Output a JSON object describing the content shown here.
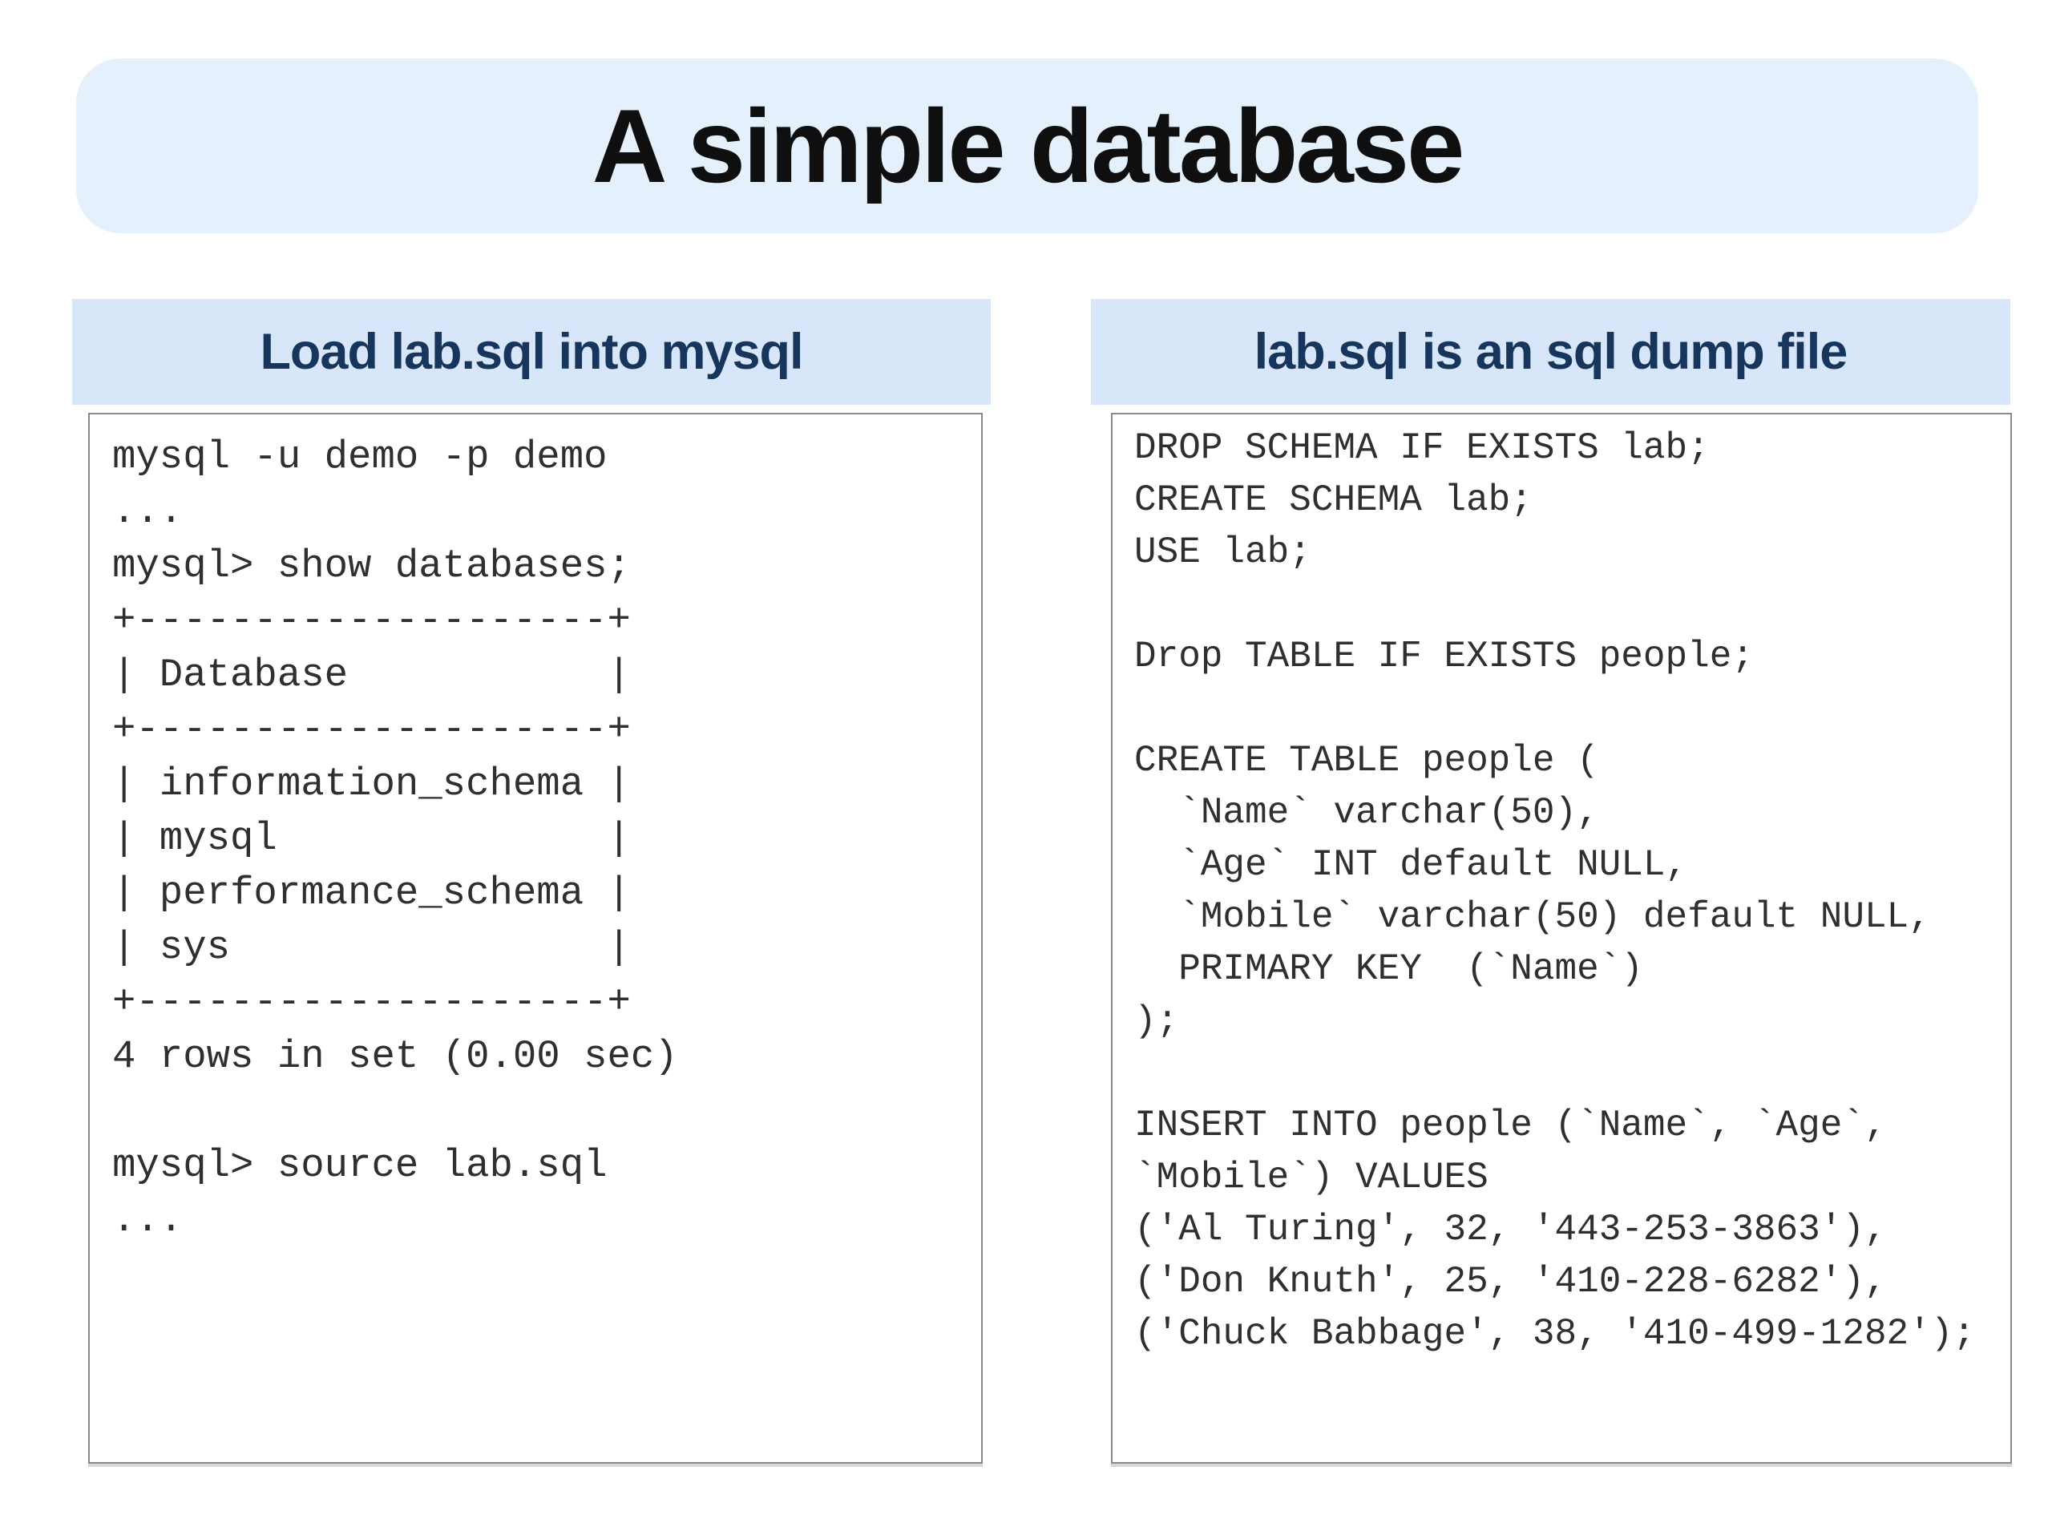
{
  "page": {
    "title": "A simple database"
  },
  "panels": {
    "left": {
      "header": "Load lab.sql into mysql",
      "code_lines": [
        "mysql -u demo -p demo",
        "...",
        "mysql> show databases;",
        "+--------------------+",
        "| Database           |",
        "+--------------------+",
        "| information_schema |",
        "| mysql              |",
        "| performance_schema |",
        "| sys                |",
        "+--------------------+",
        "4 rows in set (0.00 sec)",
        "",
        "mysql> source lab.sql",
        "..."
      ]
    },
    "right": {
      "header": "lab.sql is an sql dump file",
      "code_lines": [
        "DROP SCHEMA IF EXISTS lab;",
        "CREATE SCHEMA lab;",
        "USE lab;",
        "",
        "Drop TABLE IF EXISTS people;",
        "",
        "CREATE TABLE people (",
        "  `Name` varchar(50),",
        "  `Age` INT default NULL,",
        "  `Mobile` varchar(50) default NULL,",
        "  PRIMARY KEY  (`Name`)",
        ");",
        "",
        "INSERT INTO people (`Name`, `Age`,",
        "`Mobile`) VALUES",
        "('Al Turing', 32, '443-253-3863'),",
        "('Don Knuth', 25, '410-228-6282'),",
        "('Chuck Babbage', 38, '410-499-1282');"
      ]
    }
  },
  "colors": {
    "page_bg": "#FFFFFF",
    "banner_bg": "#E4F1FC",
    "panel_header_bg": "#D7E7F9",
    "panel_header_text": "#17365D",
    "title_text": "#0F0F0F",
    "code_text": "#2F2F2F",
    "code_border": "#8A8A8A"
  }
}
